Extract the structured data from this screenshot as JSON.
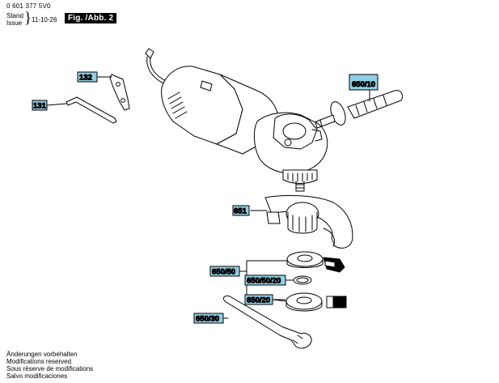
{
  "header": {
    "doc_number": "0 601 377 5V0",
    "stand_label": "Stand",
    "issue_label": "Issue",
    "date": "11-10-26",
    "figure_label": "Fig. /Abb. 2"
  },
  "parts": {
    "p132": "132",
    "p131": "131",
    "p650_10": "650/10",
    "p651": "651",
    "p650_50": "650/50",
    "p650_50_20": "650/50/20",
    "p650_20": "650/20",
    "p650_30": "650/30"
  },
  "footer": {
    "lines": [
      "Änderungen vorbehalten",
      "Modifications reserved",
      "Sous réserve de modifications",
      "Salvo modificaciones"
    ]
  },
  "colors": {
    "label_highlight": "#8fd0e6",
    "line": "#000000"
  }
}
